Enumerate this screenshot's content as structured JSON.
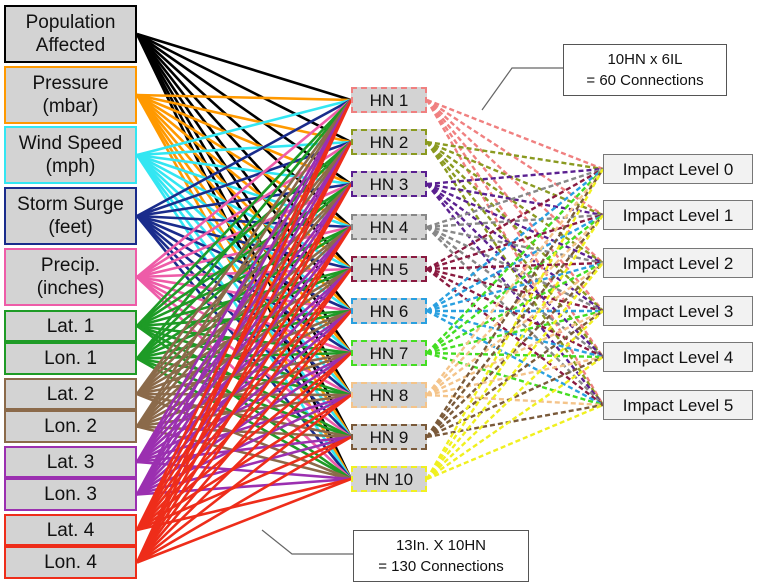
{
  "inputs": [
    {
      "label": "Population\nAffected",
      "color": "#000000"
    },
    {
      "label": "Pressure\n(mbar)",
      "color": "#ff9900"
    },
    {
      "label": "Wind Speed\n(mph)",
      "color": "#33e6f2"
    },
    {
      "label": "Storm Surge\n(feet)",
      "color": "#1a2c8c"
    },
    {
      "label": "Precip.\n(inches)",
      "color": "#ee5ca8"
    },
    {
      "label": "Lat. 1",
      "color": "#1e9b26"
    },
    {
      "label": "Lon. 1",
      "color": "#1e9b26"
    },
    {
      "label": "Lat. 2",
      "color": "#8b6a4a"
    },
    {
      "label": "Lon. 2",
      "color": "#8b6a4a"
    },
    {
      "label": "Lat. 3",
      "color": "#9b30b0"
    },
    {
      "label": "Lon. 3",
      "color": "#9b30b0"
    },
    {
      "label": "Lat. 4",
      "color": "#ee2d1a"
    },
    {
      "label": "Lon. 4",
      "color": "#ee2d1a"
    }
  ],
  "hidden": [
    {
      "label": "HN 1",
      "color": "#f08080"
    },
    {
      "label": "HN 2",
      "color": "#8a9a20"
    },
    {
      "label": "HN 3",
      "color": "#5a2090"
    },
    {
      "label": "HN 4",
      "color": "#888888"
    },
    {
      "label": "HN 5",
      "color": "#8a1a40"
    },
    {
      "label": "HN 6",
      "color": "#2aa0e0"
    },
    {
      "label": "HN 7",
      "color": "#44dd22"
    },
    {
      "label": "HN 8",
      "color": "#f4c48a"
    },
    {
      "label": "HN 9",
      "color": "#7a5a3a"
    },
    {
      "label": "HN 10",
      "color": "#f0f020"
    }
  ],
  "outputs": [
    {
      "label": "Impact Level 0"
    },
    {
      "label": "Impact Level 1"
    },
    {
      "label": "Impact Level 2"
    },
    {
      "label": "Impact Level 3"
    },
    {
      "label": "Impact Level 4"
    },
    {
      "label": "Impact Level 5"
    }
  ],
  "callouts": {
    "hidden_output": "10HN x 6IL\n= 60 Connections",
    "input_hidden": "13In. X 10HN\n= 130 Connections"
  }
}
